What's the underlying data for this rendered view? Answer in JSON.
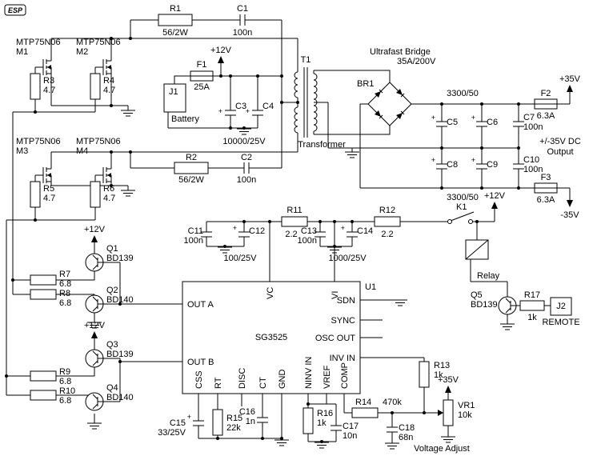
{
  "logo": "ESP",
  "supplies": {
    "p12": "+12V",
    "p35": "+35V",
    "n35": "-35V"
  },
  "output_label": {
    "line1": "+/-35V DC",
    "line2": "Output"
  },
  "mosfets": {
    "m1": {
      "part": "MTP75N06",
      "ref": "M1"
    },
    "m2": {
      "part": "MTP75N06",
      "ref": "M2"
    },
    "m3": {
      "part": "MTP75N06",
      "ref": "M3"
    },
    "m4": {
      "part": "MTP75N06",
      "ref": "M4"
    }
  },
  "transistors": {
    "q1": {
      "ref": "Q1",
      "part": "BD139"
    },
    "q2": {
      "ref": "Q2",
      "part": "BD140"
    },
    "q3": {
      "ref": "Q3",
      "part": "BD139"
    },
    "q4": {
      "ref": "Q4",
      "part": "BD140"
    },
    "q5": {
      "ref": "Q5",
      "part": "BD139"
    }
  },
  "resistors": {
    "r1": {
      "ref": "R1",
      "value": "56/2W"
    },
    "r2": {
      "ref": "R2",
      "value": "56/2W"
    },
    "r3": {
      "ref": "R3",
      "value": "4.7"
    },
    "r4": {
      "ref": "R4",
      "value": "4.7"
    },
    "r5": {
      "ref": "R5",
      "value": "4.7"
    },
    "r6": {
      "ref": "R6",
      "value": "4.7"
    },
    "r7": {
      "ref": "R7",
      "value": "6.8"
    },
    "r8": {
      "ref": "R8",
      "value": "6.8"
    },
    "r9": {
      "ref": "R9",
      "value": "6.8"
    },
    "r10": {
      "ref": "R10",
      "value": "6.8"
    },
    "r11": {
      "ref": "R11",
      "value": "2.2"
    },
    "r12": {
      "ref": "R12",
      "value": "2.2"
    },
    "r13": {
      "ref": "R13",
      "value": "1k"
    },
    "r14": {
      "ref": "R14",
      "value": "470k"
    },
    "r15": {
      "ref": "R15",
      "value": "22k"
    },
    "r16": {
      "ref": "R16",
      "value": "1k"
    },
    "r17": {
      "ref": "R17",
      "value": "1k"
    }
  },
  "capacitors": {
    "plus": "+",
    "c1": {
      "ref": "C1",
      "value": "100n"
    },
    "c2": {
      "ref": "C2",
      "value": "100n"
    },
    "c3": {
      "ref": "C3"
    },
    "c4": {
      "ref": "C4"
    },
    "c3c4_value": "10000/25V",
    "c5": {
      "ref": "C5"
    },
    "c6": {
      "ref": "C6"
    },
    "c5c6_value": "3300/50",
    "c7": {
      "ref": "C7",
      "value": "100n"
    },
    "c8": {
      "ref": "C8"
    },
    "c9": {
      "ref": "C9"
    },
    "c8c9_value": "3300/50",
    "c10": {
      "ref": "C10",
      "value": "100n"
    },
    "c11": {
      "ref": "C11",
      "value": "100n"
    },
    "c12": {
      "ref": "C12",
      "value": "100/25V"
    },
    "c13": {
      "ref": "C13",
      "value": "100n"
    },
    "c14": {
      "ref": "C14",
      "value": "1000/25V"
    },
    "c15": {
      "ref": "C15",
      "value": "33/25V"
    },
    "c16": {
      "ref": "C16",
      "value": "1n"
    },
    "c17": {
      "ref": "C17",
      "value": "10n"
    },
    "c18": {
      "ref": "C18",
      "value": "68n"
    }
  },
  "fuses": {
    "f1": {
      "ref": "F1",
      "value": "25A"
    },
    "f2": {
      "ref": "F2",
      "value": "6.3A"
    },
    "f3": {
      "ref": "F3",
      "value": "6.3A"
    }
  },
  "connectors": {
    "j1": {
      "ref": "J1",
      "label": "Battery"
    },
    "j2": {
      "ref": "J2",
      "label": "REMOTE"
    }
  },
  "transformer": {
    "ref": "T1",
    "label": "Transformer"
  },
  "bridge": {
    "ref": "BR1",
    "title": "Ultrafast Bridge",
    "rating": "35A/200V"
  },
  "relay": {
    "ref": "K1",
    "label": "Relay"
  },
  "pot": {
    "ref": "VR1",
    "value": "10k",
    "label": "Voltage Adjust"
  },
  "ic": {
    "ref": "U1",
    "name": "SG3525",
    "pins": {
      "left": [
        "OUT A",
        "OUT B"
      ],
      "right": [
        "SDN",
        "SYNC",
        "OSC OUT",
        "INV IN"
      ],
      "top": [
        "VC",
        "VI"
      ],
      "bottom": [
        "CSS",
        "RT",
        "DISC",
        "CT",
        "GND",
        "NINV IN",
        "VREF",
        "COMP"
      ]
    }
  }
}
